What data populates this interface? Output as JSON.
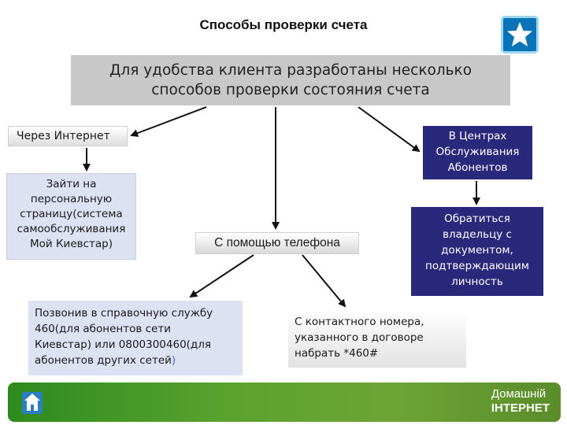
{
  "title": "Способы проверки счета",
  "header": {
    "line1": "Для удобства клиента разработаны несколько",
    "line2": "способов проверки состояния счета"
  },
  "internet": {
    "label": "Через Интернет",
    "step_lines": [
      "Зайти на",
      "персональную",
      "страницу(система",
      "самообслуживания",
      "Мой Киевстар)"
    ]
  },
  "centers": {
    "lines": [
      "В Центрах",
      "Обслуживания",
      "Абонентов"
    ],
    "step_lines": [
      "Обратиться",
      "владельцу с",
      "документом,",
      "подтверждающим",
      "личность"
    ]
  },
  "phone": {
    "label": "С помощью телефона",
    "call_lines": [
      "Позвонив в справочную службу",
      "460(для абонентов сети",
      "Киевстар) или 0800300460(для",
      "абонентов других сетей"
    ],
    "call_suffix": ")",
    "number_lines": [
      "С контактного номера,",
      "указанного в договоре",
      "набрать *460#"
    ]
  },
  "footer": {
    "brand_line1": "Домашній",
    "brand_line2": "ІНТЕРНЕТ"
  },
  "colors": {
    "dark_box": "#29287a",
    "light_box": "#dde2f2",
    "header_box": "#c8c8c8",
    "footer_green": "#5aa32f",
    "badge_blue": "#0b74b8"
  },
  "icons": [
    "star-icon",
    "footer-home-icon"
  ]
}
